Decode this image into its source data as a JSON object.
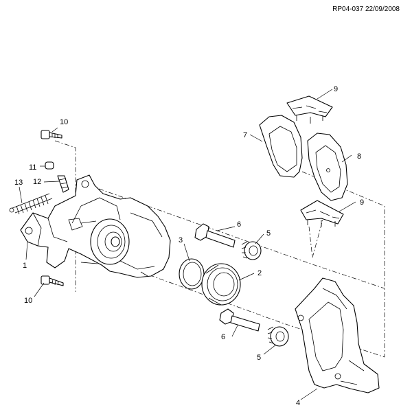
{
  "drawing_ref": "RP04-037 22/09/2008",
  "callouts": {
    "c1": "1",
    "c2": "2",
    "c3": "3",
    "c4": "4",
    "c5a": "5",
    "c5b": "5",
    "c6a": "6",
    "c6b": "6",
    "c7": "7",
    "c8": "8",
    "c9a": "9",
    "c9b": "9",
    "c10a": "10",
    "c10b": "10",
    "c11": "11",
    "c12": "12",
    "c13": "13"
  }
}
